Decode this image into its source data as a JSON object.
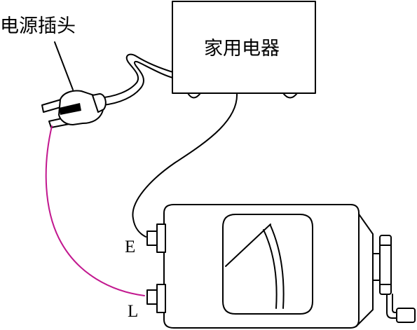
{
  "labels": {
    "plug": "电源插头",
    "appliance": "家用电器",
    "terminal_e": "E",
    "terminal_l": "L"
  },
  "colors": {
    "ink": "#000000",
    "live_wire": "#c2188f",
    "background": "#ffffff"
  },
  "icons": {
    "plug": "power-plug-icon",
    "meter": "megohmmeter-icon",
    "crank": "hand-crank-icon"
  }
}
